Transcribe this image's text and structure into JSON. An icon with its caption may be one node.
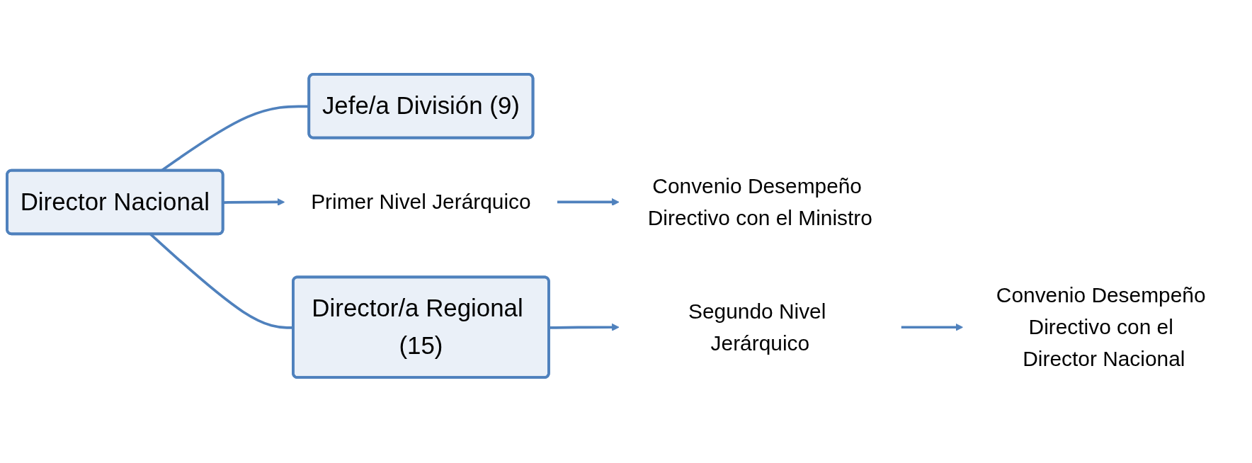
{
  "diagram": {
    "nodes": [
      {
        "text": [
          "Director Nacional"
        ]
      },
      {
        "text": [
          "Jefe/a División (9)"
        ]
      },
      {
        "text": [
          "Director/a Regional (15)"
        ]
      },
      {
        "text": [
          "Primer Nivel Jerárquico"
        ]
      },
      {
        "text": [
          "Convenio Desempeño Directivo con el Ministro"
        ]
      },
      {
        "text": [
          "Segundo Nivel Jerárquico"
        ]
      },
      {
        "text": [
          "Convenio Desempeño Directivo con el Director Nacional"
        ]
      }
    ],
    "edges": [
      {
        "from": 0,
        "to": 1,
        "arrow": "none"
      },
      {
        "from": 0,
        "to": 2,
        "arrow": "none"
      },
      {
        "from": 0,
        "to": 3,
        "arrow": "to"
      },
      {
        "from": 3,
        "to": 4,
        "arrow": "to"
      },
      {
        "from": 2,
        "to": 5,
        "arrow": "to"
      },
      {
        "from": 5,
        "to": 6,
        "arrow": "to"
      }
    ]
  }
}
